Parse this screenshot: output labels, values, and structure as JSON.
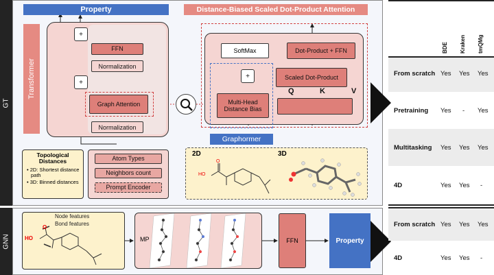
{
  "left_labels": {
    "gt": "GT",
    "gnn": "GNN"
  },
  "gt": {
    "property_header": "Property",
    "transformer_label": "Transformer",
    "ffn": "FFN",
    "normalization_top": "Normalization",
    "graph_attention": "Graph Attention",
    "normalization_bottom": "Normalization",
    "plus": "+",
    "attention_header": "Distance-Biased Scaled Dot-Product Attention",
    "softmax": "SoftMax",
    "dot_product_ffn": "Dot-Product + FFN",
    "scaled_dot_product": "Scaled Dot-Product",
    "multi_head_distance_bias": "Multi-Head Distance Bias",
    "q": "Q",
    "k": "K",
    "v": "V",
    "graphormer": "Graphormer",
    "topological": {
      "title": "Topological Distances",
      "items": [
        "2D: Shortest distance path",
        "3D: Binned distances"
      ]
    },
    "inputs": [
      "Atom Types",
      "Neighbors count",
      "Prompt Encoder"
    ],
    "mol_2d_label": "2D",
    "mol_3d_label": "3D",
    "oh_label": "HO",
    "o_label": "O"
  },
  "gnn": {
    "node_features": "Node features",
    "bond_features": "Bond features",
    "oh_label": "HO",
    "o_label": "O",
    "mp": "MP",
    "ffn": "FFN",
    "property": "Property"
  },
  "table": {
    "columns": [
      "BDE",
      "Kraken",
      "tmQMg"
    ],
    "gt_rows": [
      {
        "label": "From scratch",
        "values": [
          "Yes",
          "Yes",
          "Yes"
        ]
      },
      {
        "label": "Pretraining",
        "values": [
          "Yes",
          "-",
          "Yes"
        ]
      },
      {
        "label": "Multitasking",
        "values": [
          "Yes",
          "Yes",
          "Yes"
        ]
      },
      {
        "label": "4D",
        "values": [
          "Yes",
          "Yes",
          "-"
        ]
      }
    ],
    "gnn_rows": [
      {
        "label": "From scratch",
        "values": [
          "Yes",
          "Yes",
          "Yes"
        ]
      },
      {
        "label": "4D",
        "values": [
          "Yes",
          "Yes",
          "-"
        ]
      }
    ]
  },
  "colors": {
    "blue": "#4472c4",
    "salmon": "#e58a82",
    "light_pink": "#f5d5d2",
    "dark_pink": "#de7f79",
    "yellow": "#fdf2cc",
    "gray_row": "#ececec"
  }
}
